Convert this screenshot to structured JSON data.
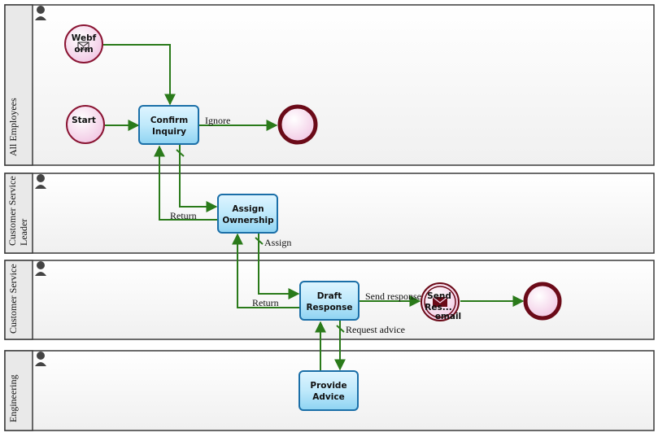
{
  "colors": {
    "lane_border": "#3a3a3a",
    "lane_header": "#e9e9e9",
    "lane_body": "#f6f6f6",
    "task_fill": "#bfe9fb",
    "task_stroke": "#1b6fa8",
    "flow": "#2a7a1a",
    "event_fill": "#f7d7ee",
    "start_stroke": "#8a1533",
    "end_stroke": "#6b0a18"
  },
  "lanes": [
    {
      "id": "lane-all-employees",
      "lines": [
        "All Employees"
      ],
      "icon": "person-icon"
    },
    {
      "id": "lane-cs-leader",
      "lines": [
        "Customer Service",
        "Leader"
      ],
      "icon": "person-icon"
    },
    {
      "id": "lane-cs",
      "lines": [
        "Customer Service"
      ],
      "icon": "person-icon"
    },
    {
      "id": "lane-engineering",
      "lines": [
        "Engineering"
      ],
      "icon": "person-icon"
    }
  ],
  "events": {
    "webform": {
      "lines": [
        "Webf",
        "orm"
      ],
      "icon": "message-envelope-icon"
    },
    "start": {
      "label": "Start"
    },
    "send_email": {
      "lines": [
        "Send",
        "Res..."
      ],
      "sublabel": "email",
      "icon": "message-envelope-icon"
    }
  },
  "tasks": {
    "confirm_inquiry": [
      "Confirm",
      "Inquiry"
    ],
    "assign_ownership": [
      "Assign",
      "Ownership"
    ],
    "draft_response": [
      "Draft",
      "Response"
    ],
    "provide_advice": [
      "Provide",
      "Advice"
    ]
  },
  "flow_labels": {
    "ignore": "Ignore",
    "return_1": "Return",
    "assign": "Assign",
    "return_2": "Return",
    "send_response": "Send response",
    "request_advice": "Request advice"
  }
}
